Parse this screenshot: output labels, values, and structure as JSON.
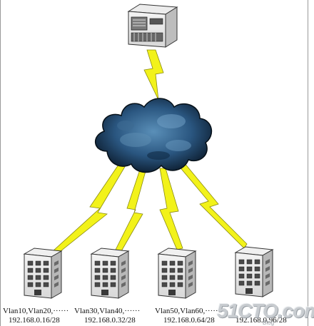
{
  "diagram": {
    "sites": [
      {
        "vlans": "Vlan10,Vlan20,······",
        "subnet": "192.168.0.16/28"
      },
      {
        "vlans": "Vlan30,Vlan40,······",
        "subnet": "192.168.0.32/28"
      },
      {
        "vlans": "Vlan50,Vlan60,······",
        "subnet": "192.168.0.64/28"
      },
      {
        "vlans": "",
        "subnet": "192.168.0.96/28"
      }
    ],
    "icons": {
      "top": "server-icon",
      "center": "cloud-network-icon",
      "sites": "building-icon",
      "links": "lightning-link-icon"
    },
    "colors": {
      "lightning": "#f2f21a",
      "cloud_dark": "#0d2236",
      "cloud_light": "#4d7fa6"
    }
  },
  "watermark": {
    "text": "51CTO.com",
    "sub": "Blog"
  }
}
